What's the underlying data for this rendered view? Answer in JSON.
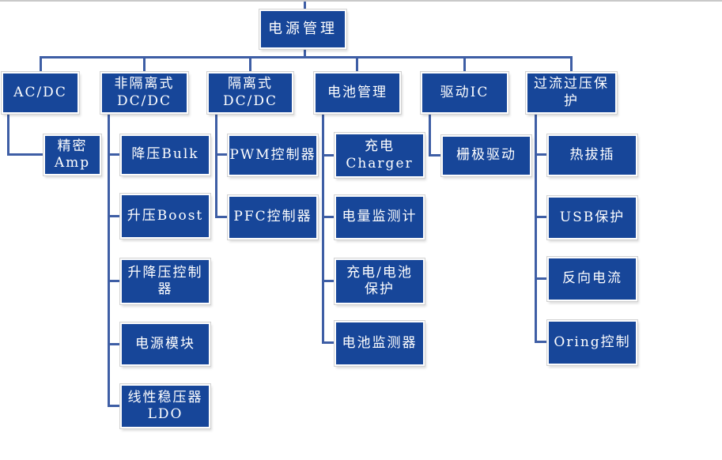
{
  "diagram": {
    "root_label": "电源管理",
    "branches": [
      {
        "label": "AC/DC",
        "children": [
          "精密Amp"
        ]
      },
      {
        "label": "非隔离式\nDC/DC",
        "children": [
          "降压Bulk",
          "升压Boost",
          "升降压控制\n器",
          "电源模块",
          "线性稳压器\nLDO"
        ]
      },
      {
        "label": "隔离式\nDC/DC",
        "children": [
          "PWM控制器",
          "PFC控制器"
        ]
      },
      {
        "label": "电池管理",
        "children": [
          "充电\nCharger",
          "电量监测计",
          "充电/电池\n保护",
          "电池监测器"
        ]
      },
      {
        "label": "驱动IC",
        "children": [
          "栅极驱动"
        ]
      },
      {
        "label": "过流过压保\n护",
        "children": [
          "热拔插",
          "USB保护",
          "反向电流",
          "Oring控制"
        ]
      }
    ],
    "colors": {
      "node_fill": "#174699",
      "node_text": "#ffffff",
      "connector": "#3e5ea5",
      "top_border": "#c9c9c9"
    }
  }
}
